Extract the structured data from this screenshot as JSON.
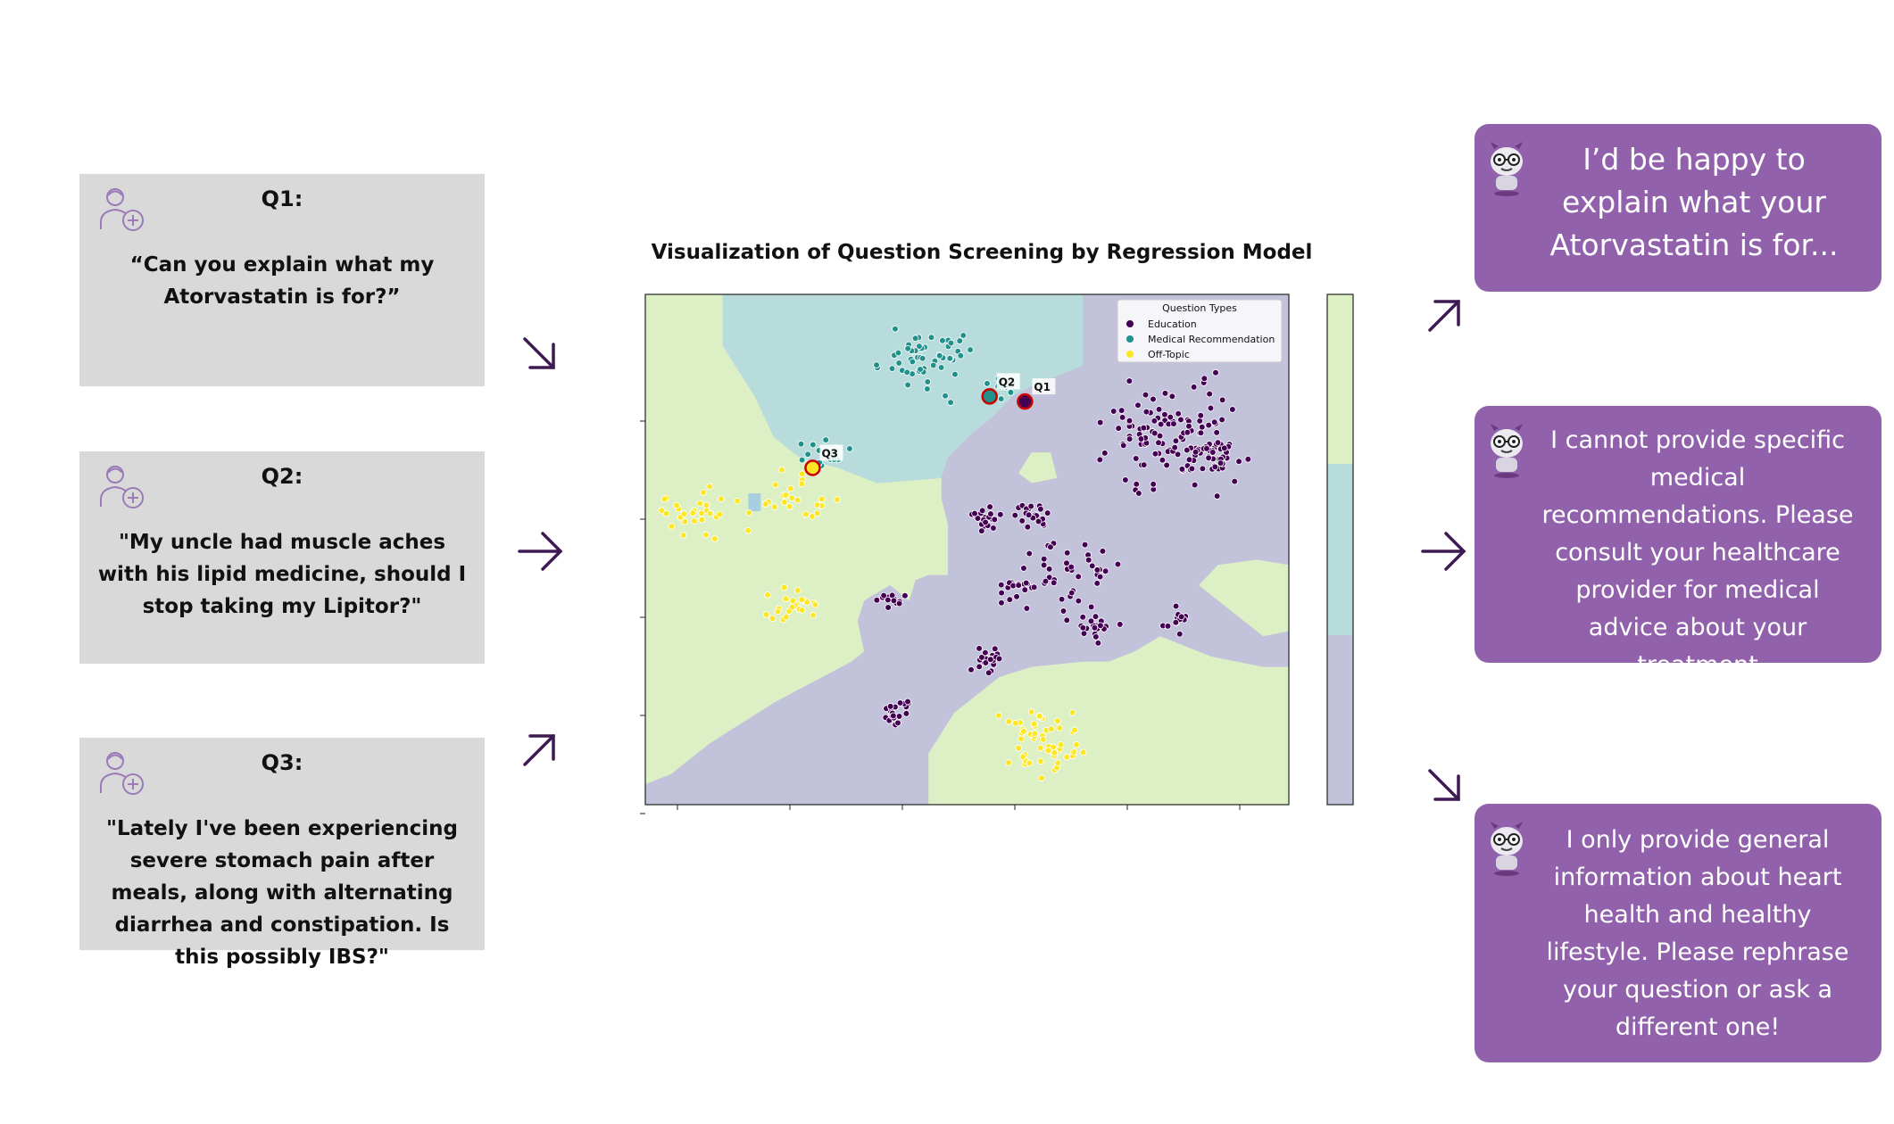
{
  "questions": [
    {
      "label": "Q1:",
      "text": "“Can you explain what my Atorvastatin is for?”",
      "icon": "patient-icon"
    },
    {
      "label": "Q2:",
      "text": "\"My uncle had muscle aches with his lipid medicine, should I stop taking my Lipitor?\"",
      "icon": "patient-icon"
    },
    {
      "label": "Q3:",
      "text": "\"Lately I've been experiencing severe stomach pain after meals, along with alternating diarrhea and constipation. Is this possibly IBS?\"",
      "icon": "patient-icon"
    }
  ],
  "answers": [
    {
      "text": "I’d be happy to explain what your Atorvastatin is for...",
      "icon": "robot-mascot-icon"
    },
    {
      "text": "I cannot provide specific medical recommendations. Please consult your healthcare provider for medical advice about your treatment",
      "icon": "robot-mascot-icon"
    },
    {
      "text": "I only provide general information about heart health and healthy lifestyle. Please rephrase your question or ask a different one!",
      "icon": "robot-mascot-icon"
    }
  ],
  "colors": {
    "question_bg": "#d9d9d9",
    "answer_bg": "#9162ab",
    "arrow": "#3d1a52",
    "education": "#440154",
    "medical": "#21918c",
    "offtopic": "#fde725",
    "region_education": "#c3c2db",
    "region_medical": "#b8dcdc",
    "region_offtopic": "#ddf0c5",
    "highlight_edge": "#cc0000"
  },
  "chart_data": {
    "type": "scatter",
    "title": "Visualization of Question Screening by Regression Model",
    "xlabel": "",
    "ylabel": "",
    "xlim": [
      0,
      100
    ],
    "ylim": [
      0,
      100
    ],
    "ticks": "unlabeled",
    "legend": {
      "title": "Question Types",
      "position": "top-right",
      "entries": [
        "Education",
        "Medical Recommendation",
        "Off-Topic"
      ]
    },
    "colorbar": {
      "segments": [
        "Off-Topic",
        "Medical Recommendation",
        "Education"
      ]
    },
    "series": [
      {
        "name": "Education",
        "clusters": [
          {
            "cx": 82,
            "cy": 73,
            "sx": 8,
            "sy": 8,
            "n": 120
          },
          {
            "cx": 88,
            "cy": 68,
            "sx": 5,
            "sy": 5,
            "n": 30
          },
          {
            "cx": 53,
            "cy": 56,
            "sx": 2,
            "sy": 1.8,
            "n": 22
          },
          {
            "cx": 60,
            "cy": 57,
            "sx": 2,
            "sy": 1.8,
            "n": 22
          },
          {
            "cx": 66,
            "cy": 46,
            "sx": 6,
            "sy": 6,
            "n": 45
          },
          {
            "cx": 70,
            "cy": 35,
            "sx": 3,
            "sy": 2.5,
            "n": 20
          },
          {
            "cx": 57,
            "cy": 43,
            "sx": 2.5,
            "sy": 2.5,
            "n": 15
          },
          {
            "cx": 38,
            "cy": 40,
            "sx": 2.5,
            "sy": 1.5,
            "n": 14
          },
          {
            "cx": 53,
            "cy": 28,
            "sx": 1.8,
            "sy": 1.8,
            "n": 22
          },
          {
            "cx": 39,
            "cy": 18,
            "sx": 2,
            "sy": 2,
            "n": 22
          },
          {
            "cx": 83,
            "cy": 36,
            "sx": 2.5,
            "sy": 2,
            "n": 12
          }
        ]
      },
      {
        "name": "Medical Recommendation",
        "clusters": [
          {
            "cx": 43,
            "cy": 88,
            "sx": 6,
            "sy": 5.5,
            "n": 55
          },
          {
            "cx": 56,
            "cy": 82,
            "sx": 4,
            "sy": 3,
            "n": 12
          },
          {
            "cx": 28,
            "cy": 69,
            "sx": 3,
            "sy": 2.2,
            "n": 18
          }
        ]
      },
      {
        "name": "Off-Topic",
        "clusters": [
          {
            "cx": 8,
            "cy": 57,
            "sx": 5,
            "sy": 4,
            "n": 30
          },
          {
            "cx": 23,
            "cy": 60,
            "sx": 5,
            "sy": 4,
            "n": 25
          },
          {
            "cx": 23,
            "cy": 40,
            "sx": 3,
            "sy": 3,
            "n": 24
          },
          {
            "cx": 62,
            "cy": 13,
            "sx": 6,
            "sy": 5,
            "n": 55
          }
        ]
      }
    ],
    "highlights": [
      {
        "label": "Q1",
        "x": 59,
        "y": 79,
        "class": "Education"
      },
      {
        "label": "Q2",
        "x": 53.5,
        "y": 80,
        "class": "Medical Recommendation"
      },
      {
        "label": "Q3",
        "x": 26,
        "y": 66,
        "class": "Off-Topic"
      }
    ]
  }
}
